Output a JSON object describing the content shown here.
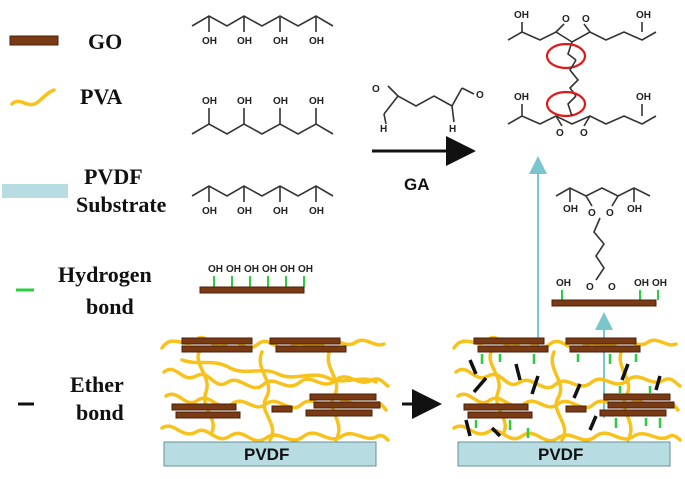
{
  "legend": {
    "go": {
      "label": "GO",
      "color": "#7a3a14"
    },
    "pva": {
      "label": "PVA",
      "color": "#f7c21c"
    },
    "pvdf": {
      "label_line1": "PVDF",
      "label_line2": "Substrate",
      "color": "#b7dde3"
    },
    "hydrogen": {
      "label_line1": "Hydrogen",
      "label_line2": "bond",
      "color": "#2ecc40"
    },
    "ether": {
      "label_line1": "Ether",
      "label_line2": "bond",
      "color": "#111111"
    }
  },
  "chemistry": {
    "oh": "OH",
    "o": "O",
    "h": "H",
    "reagent": "GA"
  },
  "substrate": {
    "left_label": "PVDF",
    "right_label": "PVDF"
  },
  "colors": {
    "highlight_circle": "#e01818",
    "connector": "#79c6cc"
  }
}
